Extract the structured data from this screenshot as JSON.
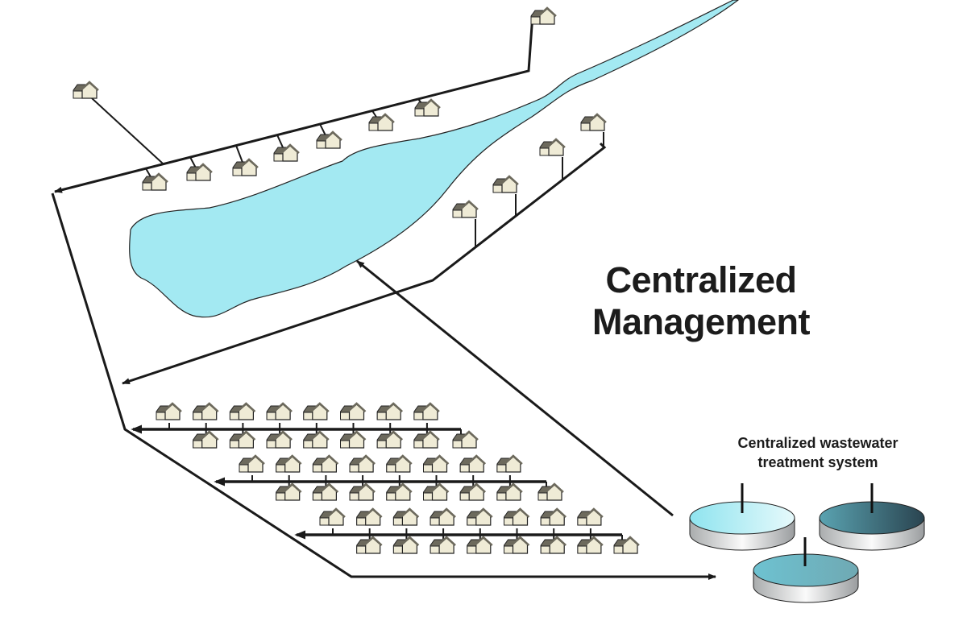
{
  "title": {
    "line1": "Centralized",
    "line2": "Management"
  },
  "treatment_label": {
    "line1": "Centralized wastewater",
    "line2": "treatment system"
  },
  "colors": {
    "water": "#a3e9f2",
    "house_front": "#efebd6",
    "house_roof": "#6d6a5d",
    "line": "#1a1a1a"
  },
  "icons": [
    "house-icon",
    "arrow-icon",
    "treatment-tank-icon"
  ]
}
